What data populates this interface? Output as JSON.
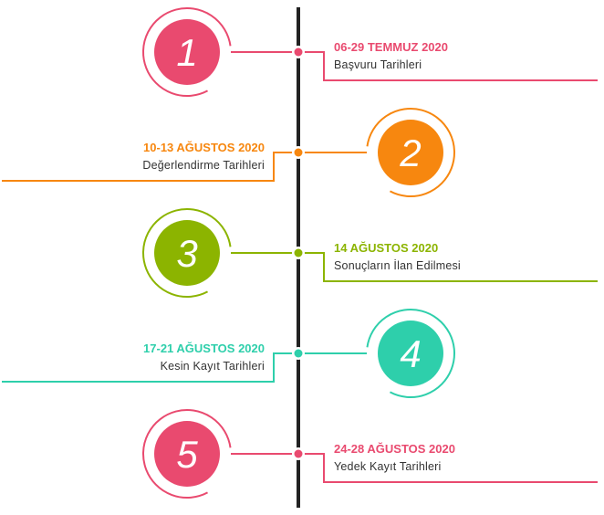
{
  "items": [
    {
      "number": "1",
      "date": "06-29 TEMMUZ 2020",
      "label": "Başvuru Tarihleri",
      "color": "#e94a6f",
      "side": "left"
    },
    {
      "number": "2",
      "date": "10-13 AĞUSTOS 2020",
      "label": "Değerlendirme Tarihleri",
      "color": "#f7870f",
      "side": "right"
    },
    {
      "number": "3",
      "date": "14 AĞUSTOS 2020",
      "label": "Sonuçların İlan Edilmesi",
      "color": "#8cb400",
      "side": "left"
    },
    {
      "number": "4",
      "date": "17-21 AĞUSTOS 2020",
      "label": "Kesin Kayıt Tarihleri",
      "color": "#2ecfab",
      "side": "right"
    },
    {
      "number": "5",
      "date": "24-28 AĞUSTOS 2020",
      "label": "Yedek Kayıt Tarihleri",
      "color": "#e94a6f",
      "side": "left"
    }
  ],
  "line_color": "#222222"
}
